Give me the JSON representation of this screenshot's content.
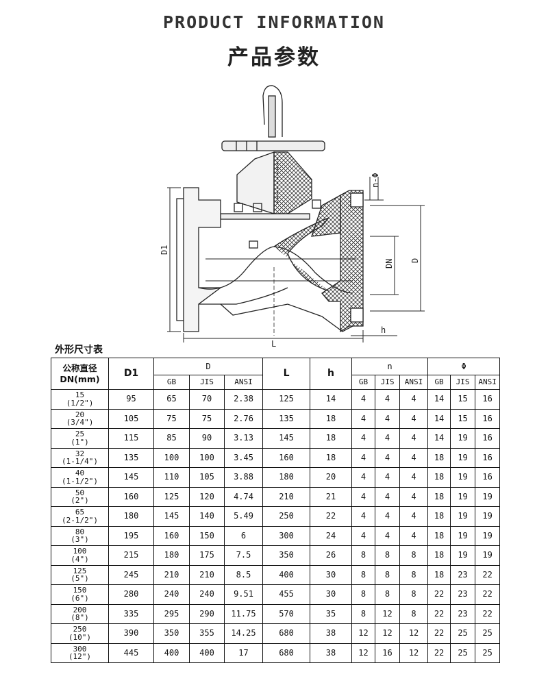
{
  "header": {
    "title_en": "PRODUCT INFORMATION",
    "title_cn": "产品参数"
  },
  "drawing": {
    "labels": {
      "nphi": "n-Φ",
      "dn": "DN",
      "d": "D",
      "d1": "D1",
      "l": "L",
      "h": "h"
    }
  },
  "table": {
    "caption": "外形尺寸表",
    "headers": {
      "nominal_line1": "公称直径",
      "nominal_line2": "DN(mm)",
      "d1": "D1",
      "d": "D",
      "l": "L",
      "h": "h",
      "n": "n",
      "phi": "Φ",
      "gb": "GB",
      "jis": "JIS",
      "ansi": "ANSI"
    },
    "rows": [
      {
        "dn": "15",
        "inch": "(1/2\")",
        "d1": "95",
        "d_gb": "65",
        "d_jis": "70",
        "d_ansi": "2.38",
        "l": "125",
        "h": "14",
        "n_gb": "4",
        "n_jis": "4",
        "n_ansi": "4",
        "phi_gb": "14",
        "phi_jis": "15",
        "phi_ansi": "16"
      },
      {
        "dn": "20",
        "inch": "(3/4\")",
        "d1": "105",
        "d_gb": "75",
        "d_jis": "75",
        "d_ansi": "2.76",
        "l": "135",
        "h": "18",
        "n_gb": "4",
        "n_jis": "4",
        "n_ansi": "4",
        "phi_gb": "14",
        "phi_jis": "15",
        "phi_ansi": "16"
      },
      {
        "dn": "25",
        "inch": "(1\")",
        "d1": "115",
        "d_gb": "85",
        "d_jis": "90",
        "d_ansi": "3.13",
        "l": "145",
        "h": "18",
        "n_gb": "4",
        "n_jis": "4",
        "n_ansi": "4",
        "phi_gb": "14",
        "phi_jis": "19",
        "phi_ansi": "16"
      },
      {
        "dn": "32",
        "inch": "(1-1/4\")",
        "d1": "135",
        "d_gb": "100",
        "d_jis": "100",
        "d_ansi": "3.45",
        "l": "160",
        "h": "18",
        "n_gb": "4",
        "n_jis": "4",
        "n_ansi": "4",
        "phi_gb": "18",
        "phi_jis": "19",
        "phi_ansi": "16"
      },
      {
        "dn": "40",
        "inch": "(1-1/2\")",
        "d1": "145",
        "d_gb": "110",
        "d_jis": "105",
        "d_ansi": "3.88",
        "l": "180",
        "h": "20",
        "n_gb": "4",
        "n_jis": "4",
        "n_ansi": "4",
        "phi_gb": "18",
        "phi_jis": "19",
        "phi_ansi": "16"
      },
      {
        "dn": "50",
        "inch": "(2\")",
        "d1": "160",
        "d_gb": "125",
        "d_jis": "120",
        "d_ansi": "4.74",
        "l": "210",
        "h": "21",
        "n_gb": "4",
        "n_jis": "4",
        "n_ansi": "4",
        "phi_gb": "18",
        "phi_jis": "19",
        "phi_ansi": "19"
      },
      {
        "dn": "65",
        "inch": "(2-1/2\")",
        "d1": "180",
        "d_gb": "145",
        "d_jis": "140",
        "d_ansi": "5.49",
        "l": "250",
        "h": "22",
        "n_gb": "4",
        "n_jis": "4",
        "n_ansi": "4",
        "phi_gb": "18",
        "phi_jis": "19",
        "phi_ansi": "19"
      },
      {
        "dn": "80",
        "inch": "(3\")",
        "d1": "195",
        "d_gb": "160",
        "d_jis": "150",
        "d_ansi": "6",
        "l": "300",
        "h": "24",
        "n_gb": "4",
        "n_jis": "4",
        "n_ansi": "4",
        "phi_gb": "18",
        "phi_jis": "19",
        "phi_ansi": "19"
      },
      {
        "dn": "100",
        "inch": "(4\")",
        "d1": "215",
        "d_gb": "180",
        "d_jis": "175",
        "d_ansi": "7.5",
        "l": "350",
        "h": "26",
        "n_gb": "8",
        "n_jis": "8",
        "n_ansi": "8",
        "phi_gb": "18",
        "phi_jis": "19",
        "phi_ansi": "19"
      },
      {
        "dn": "125",
        "inch": "(5\")",
        "d1": "245",
        "d_gb": "210",
        "d_jis": "210",
        "d_ansi": "8.5",
        "l": "400",
        "h": "30",
        "n_gb": "8",
        "n_jis": "8",
        "n_ansi": "8",
        "phi_gb": "18",
        "phi_jis": "23",
        "phi_ansi": "22"
      },
      {
        "dn": "150",
        "inch": "(6\")",
        "d1": "280",
        "d_gb": "240",
        "d_jis": "240",
        "d_ansi": "9.51",
        "l": "455",
        "h": "30",
        "n_gb": "8",
        "n_jis": "8",
        "n_ansi": "8",
        "phi_gb": "22",
        "phi_jis": "23",
        "phi_ansi": "22"
      },
      {
        "dn": "200",
        "inch": "(8\")",
        "d1": "335",
        "d_gb": "295",
        "d_jis": "290",
        "d_ansi": "11.75",
        "l": "570",
        "h": "35",
        "n_gb": "8",
        "n_jis": "12",
        "n_ansi": "8",
        "phi_gb": "22",
        "phi_jis": "23",
        "phi_ansi": "22"
      },
      {
        "dn": "250",
        "inch": "(10\")",
        "d1": "390",
        "d_gb": "350",
        "d_jis": "355",
        "d_ansi": "14.25",
        "l": "680",
        "h": "38",
        "n_gb": "12",
        "n_jis": "12",
        "n_ansi": "12",
        "phi_gb": "22",
        "phi_jis": "25",
        "phi_ansi": "25"
      },
      {
        "dn": "300",
        "inch": "(12\")",
        "d1": "445",
        "d_gb": "400",
        "d_jis": "400",
        "d_ansi": "17",
        "l": "680",
        "h": "38",
        "n_gb": "12",
        "n_jis": "16",
        "n_ansi": "12",
        "phi_gb": "22",
        "phi_jis": "25",
        "phi_ansi": "25"
      }
    ]
  }
}
